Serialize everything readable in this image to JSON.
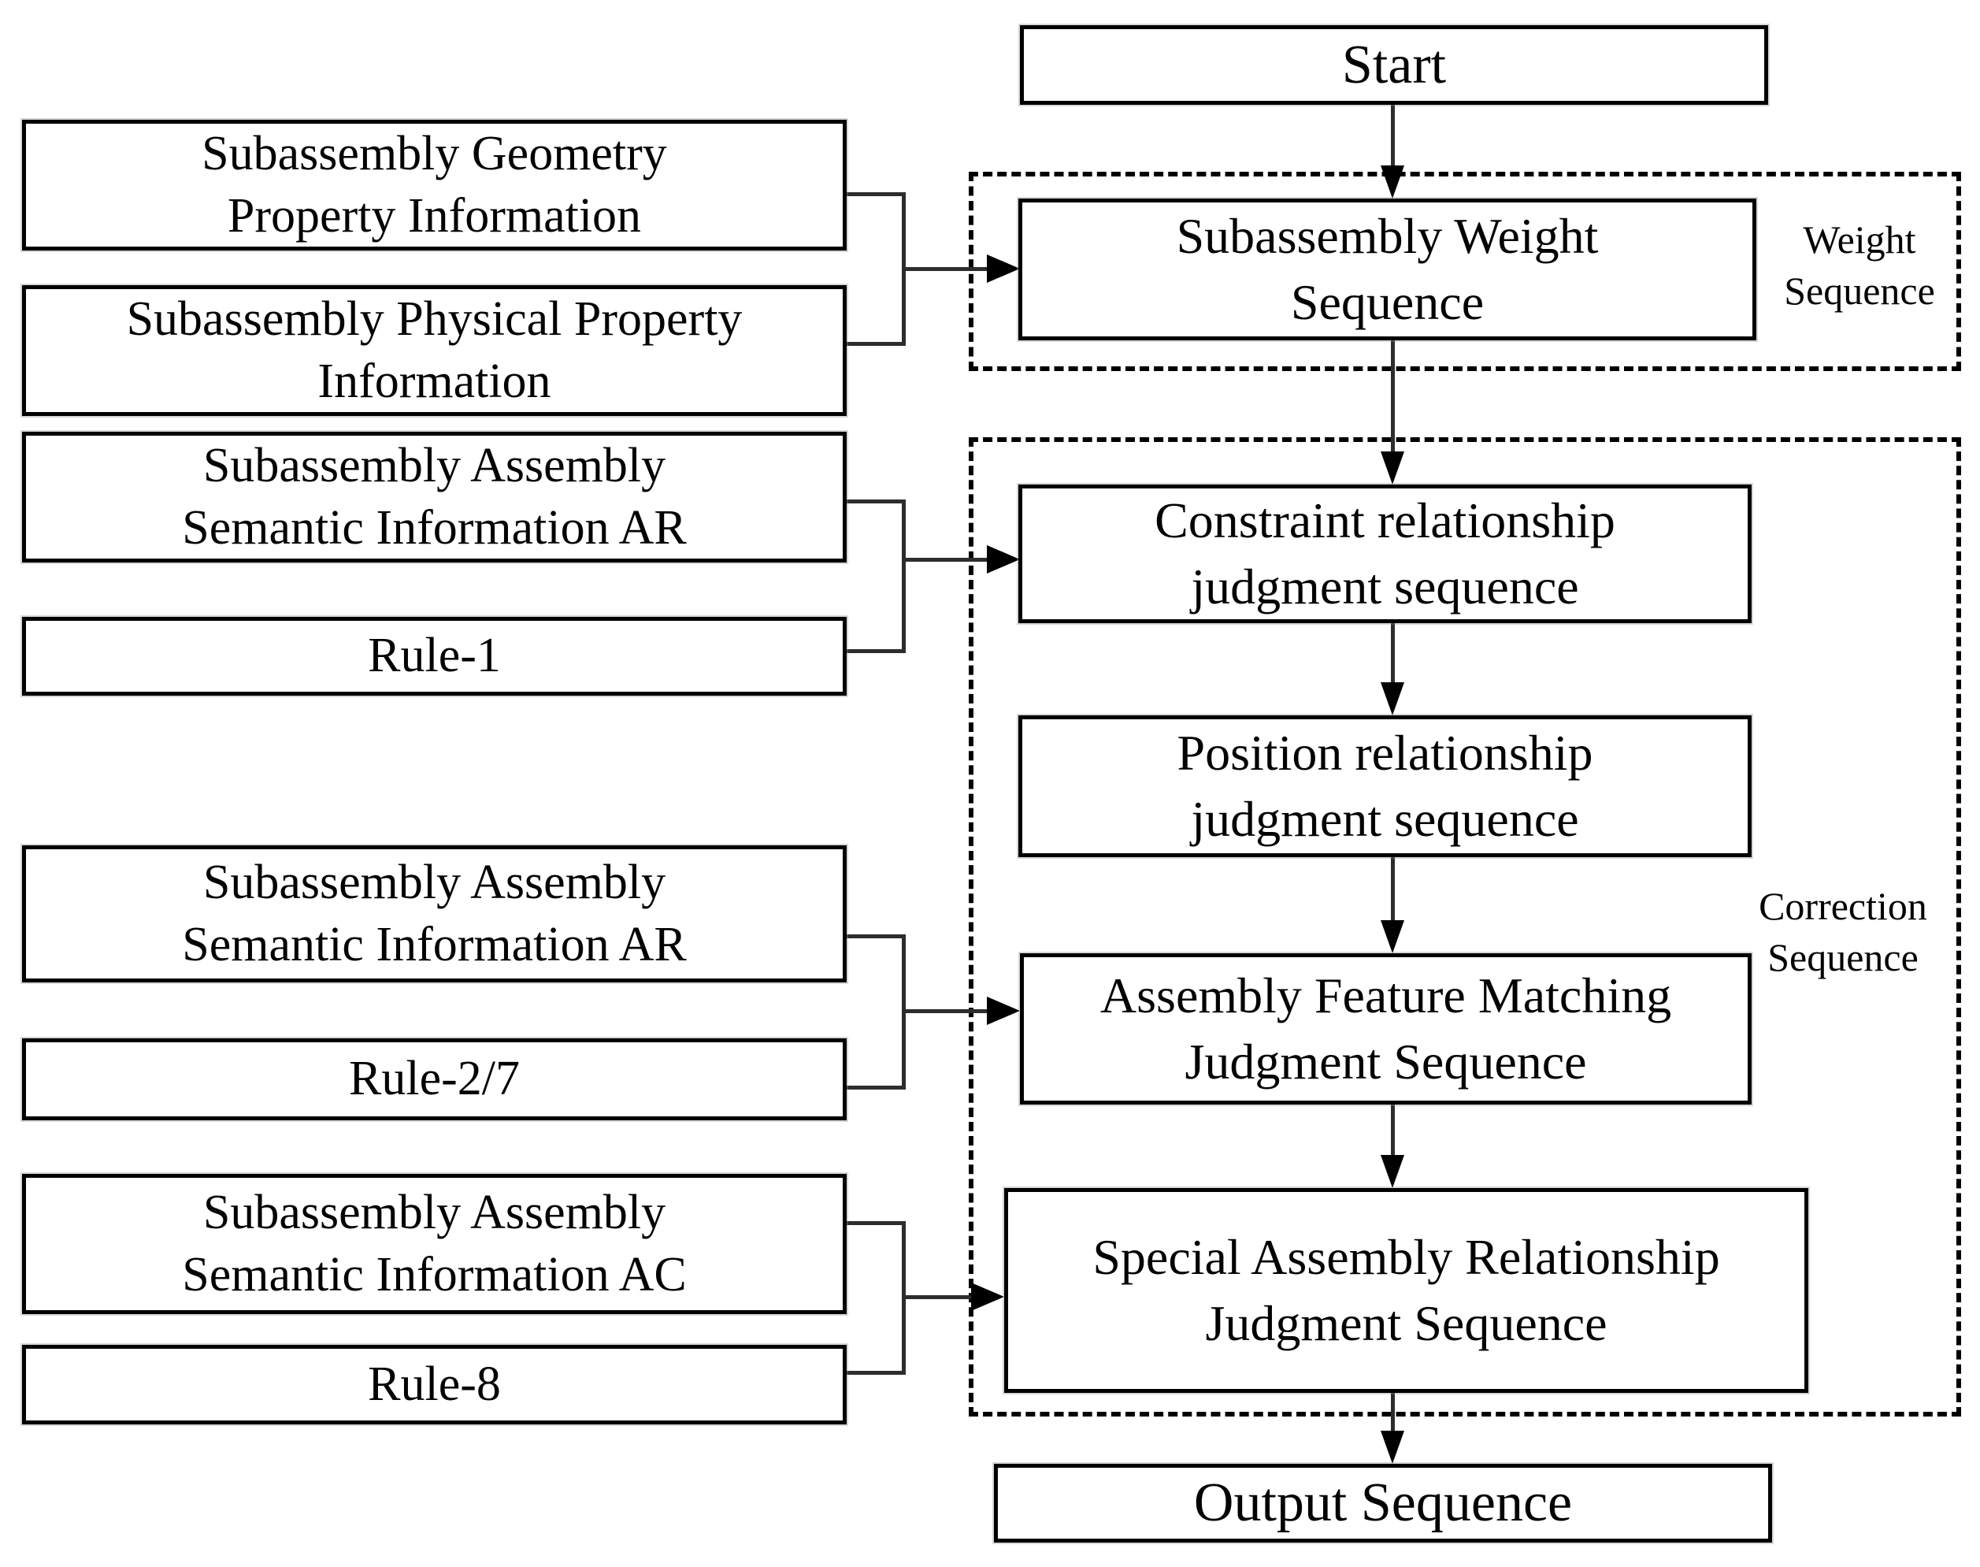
{
  "left_boxes": [
    {
      "text": "Subassembly Geometry\nProperty Information"
    },
    {
      "text": "Subassembly Physical Property\nInformation"
    },
    {
      "text": "Subassembly Assembly\nSemantic Information AR"
    },
    {
      "text": "Rule-1"
    },
    {
      "text": "Subassembly Assembly\nSemantic Information AR"
    },
    {
      "text": "Rule-2/7"
    },
    {
      "text": "Subassembly Assembly\nSemantic Information AC"
    },
    {
      "text": "Rule-8"
    }
  ],
  "flow": {
    "start": "Start",
    "weight": "Subassembly Weight\nSequence",
    "constraint": "Constraint relationship\njudgment sequence",
    "position": "Position relationship\njudgment sequence",
    "feature_matching": "Assembly Feature Matching\nJudgment Sequence",
    "special": "Special Assembly Relationship\nJudgment Sequence",
    "output": "Output Sequence"
  },
  "groups": {
    "weight_label": "Weight\nSequence",
    "correction_label": "Correction\nSequence"
  },
  "colors": {
    "line": "#000000",
    "connector": "#2d2d2d",
    "background": "#ffffff"
  }
}
